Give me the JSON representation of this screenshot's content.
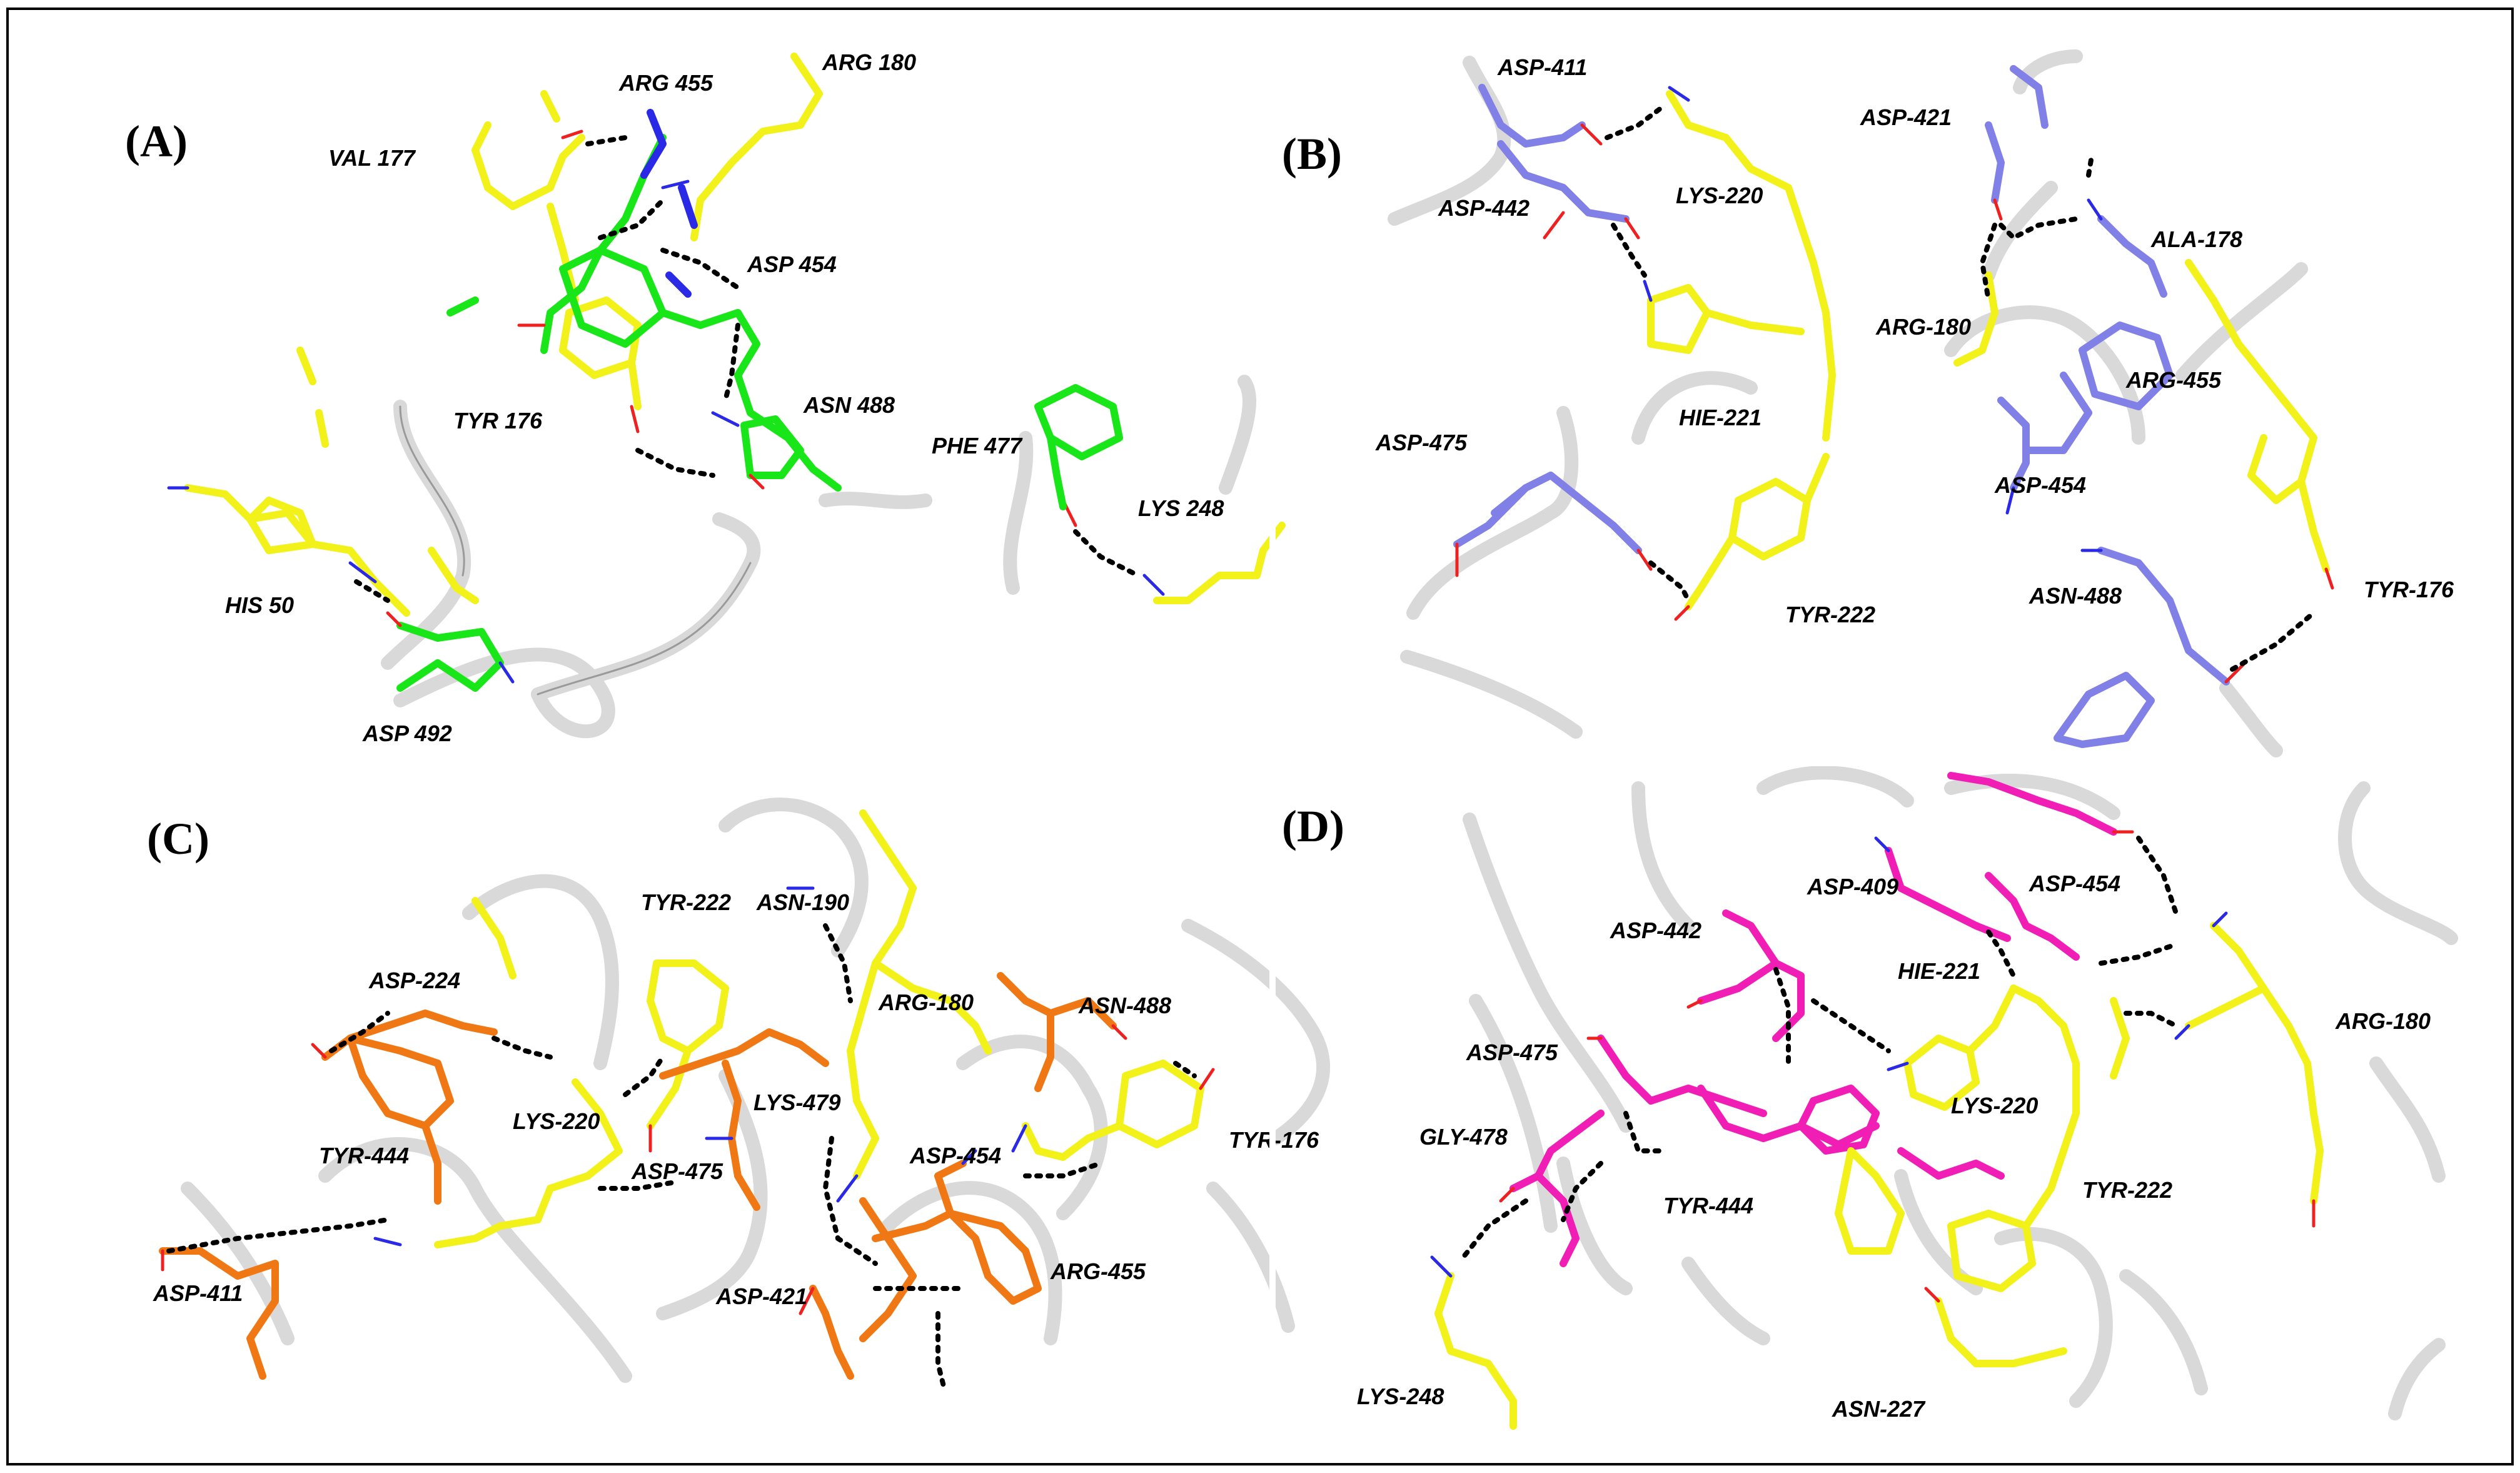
{
  "colors": {
    "A": "#19e619",
    "B": "#8080e6",
    "C": "#f07814",
    "D": "#f01eb4",
    "partner": "#f2f21a",
    "nitrogen": "#2a2ae6",
    "oxygen": "#ee2020",
    "ribbon": "#d9d9d9"
  },
  "panels": [
    {
      "letter": "(A)",
      "labels": [
        "ARG 455",
        "ARG 180",
        "VAL 177",
        "ASP 454",
        "ASN 488",
        "TYR 176",
        "PHE 477",
        "LYS 248",
        "HIS 50",
        "ASP 492"
      ]
    },
    {
      "letter": "(B)",
      "labels": [
        "ASP-411",
        "ASP-421",
        "ASP-442",
        "LYS-220",
        "ALA-178",
        "ARG-180",
        "ARG-455",
        "HIE-221",
        "ASP-475",
        "ASP-454",
        "ASN-488",
        "TYR-176",
        "TYR-222"
      ]
    },
    {
      "letter": "(C)",
      "labels": [
        "TYR-222",
        "ASN-190",
        "ASP-224",
        "ARG-180",
        "ASN-488",
        "LYS-479",
        "LYS-220",
        "TYR-444",
        "ASP-475",
        "ASP-454",
        "TYR-176",
        "ASP-411",
        "ASP-421",
        "ARG-455"
      ]
    },
    {
      "letter": "(D)",
      "labels": [
        "ASP-409",
        "ASP-454",
        "ASP-442",
        "HIE-221",
        "ARG-180",
        "ASP-475",
        "LYS-220",
        "GLY-478",
        "TYR-444",
        "TYR-222",
        "LYS-248",
        "ASN-227"
      ]
    }
  ]
}
